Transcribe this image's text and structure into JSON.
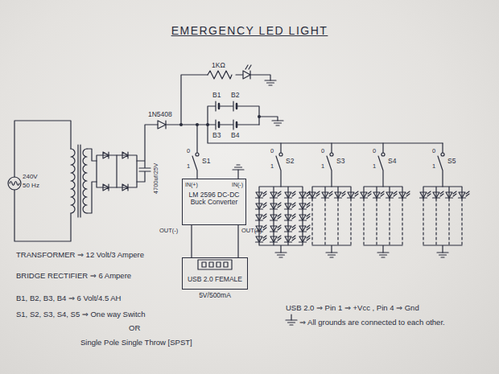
{
  "diagram": {
    "title": "EMERGENCY LED LIGHT",
    "nodes": [
      {
        "text": [
          "IN(+)",
          "IN(-)",
          "LM 2596 DC-DC Buck Converter"
        ]
      },
      {
        "text": [
          "USB 2.0 FEMALE",
          "5V/500mA"
        ]
      }
    ],
    "edges": [
      {
        "from": 0,
        "to": 1,
        "arrow": "none"
      },
      {
        "from": 0,
        "to": 1,
        "arrow": "none"
      }
    ],
    "labels": [
      "240V",
      "50 Hz",
      "4700uf/25V",
      "1N5408",
      "1KΩ",
      "B1",
      "B2",
      "B3",
      "B4",
      "S1",
      "0",
      "1",
      "S2",
      "0",
      "1",
      "S3",
      "0",
      "1",
      "S4",
      "0",
      "1",
      "S5",
      "0",
      "1",
      "OUT(-)",
      "OUT(+)",
      "TRANSFORMER ⇒ 12 Volt/3 Ampere",
      "BRIDGE RECTIFIER ⇒ 6 Ampere",
      "B1, B2, B3, B4 ⇒ 6 Volt/4.5 AH",
      "S1, S2, S3, S4, S5 ⇒ One way Switch",
      "OR",
      "Single Pole Single Throw [SPST]",
      "USB 2.0 ⇒ Pin 1 ⇒ +Vcc , Pin 4 ⇒ Gnd",
      "⇒ All grounds are connected to each other."
    ]
  }
}
